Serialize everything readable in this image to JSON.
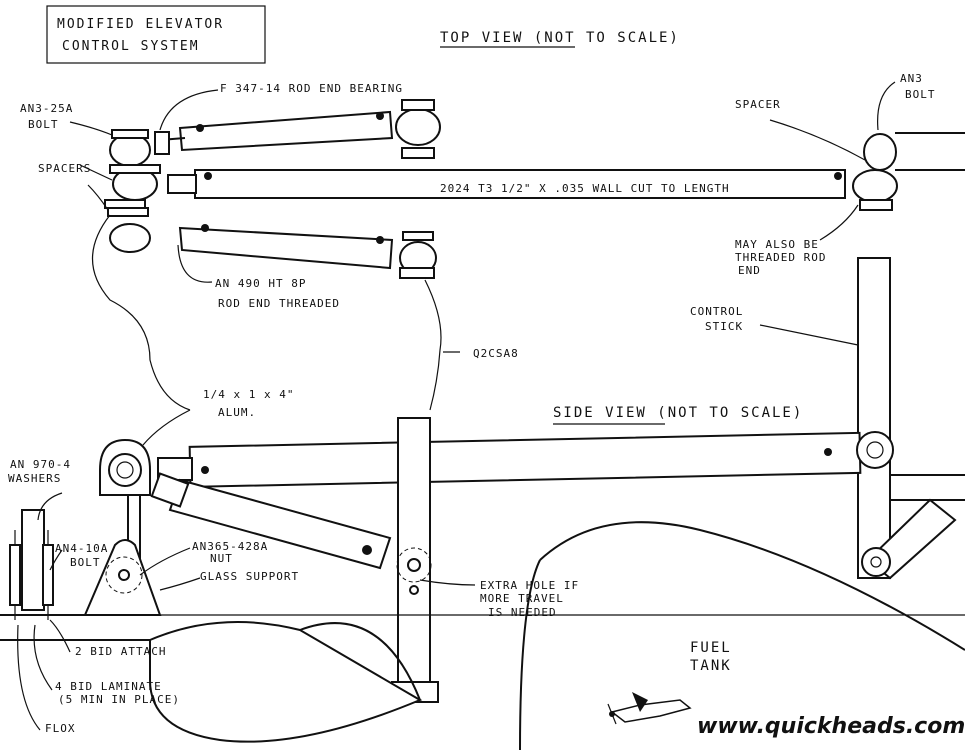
{
  "title_box": {
    "line1": "MODIFIED ELEVATOR",
    "line2": "CONTROL SYSTEM"
  },
  "top_view": "TOP VIEW (NOT TO SCALE)",
  "side_view": "SIDE VIEW (NOT TO SCALE)",
  "labels": {
    "an3_25a_1": "AN3-25A",
    "an3_25a_2": "BOLT",
    "rod_end_bearing": "F 347-14 ROD END BEARING",
    "spacers": "SPACERS",
    "tube": "2024 T3 1/2\" X .035 WALL  CUT TO LENGTH",
    "spacer": "SPACER",
    "an3_1": "AN3",
    "an3_2": "BOLT",
    "may_1": "MAY ALSO BE",
    "may_2": "THREADED ROD",
    "may_3": "END",
    "an490_1": "AN 490 HT 8P",
    "an490_2": "ROD END THREADED",
    "control_1": "CONTROL",
    "control_2": "STICK",
    "q2csa8": "Q2CSA8",
    "alum_1": "1/4 x 1 x 4\"",
    "alum_2": "ALUM.",
    "an970_1": "AN 970-4",
    "an970_2": "WASHERS",
    "an4_1": "AN4-10A",
    "an4_2": "BOLT",
    "an365_1": "AN365-428A",
    "an365_2": "NUT",
    "glass_support": "GLASS SUPPORT",
    "extra_1": "EXTRA HOLE IF",
    "extra_2": "MORE TRAVEL",
    "extra_3": "IS NEEDED",
    "fuel_1": "FUEL",
    "fuel_2": "TANK",
    "bid2": "2 BID ATTACH",
    "bid4_1": "4 BID LAMINATE",
    "bid4_2": "(5 MIN IN PLACE)",
    "flox": "FLOX"
  },
  "watermark": "www.quickheads.com"
}
